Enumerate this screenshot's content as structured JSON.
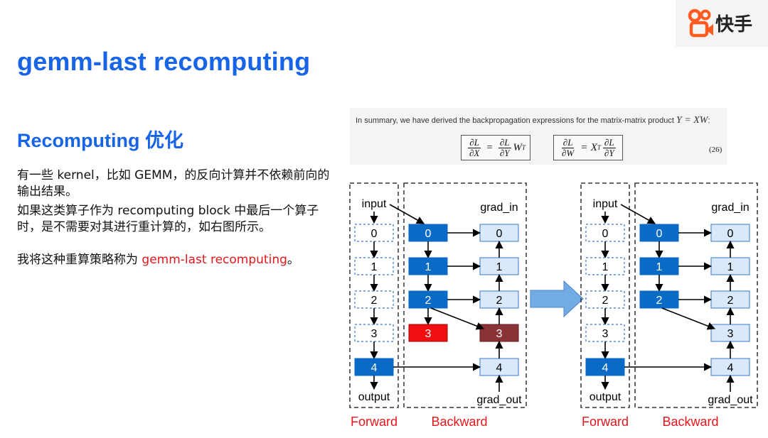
{
  "title": "gemm-last recomputing",
  "logo": {
    "text": "快手",
    "icon": "kuaishou-logo-icon",
    "colors": {
      "orange": "#ff5a1f"
    }
  },
  "section": {
    "heading": "Recomputing 优化",
    "paragraph1": "有一些 kernel，比如 GEMM，的反向计算并不依赖前向的输出结果。",
    "paragraph2": "如果这类算子作为 recomputing block 中最后一个算子时，是不需要对其进行重计算的，如右图所示。",
    "paragraph3_prefix": "我将这种重算策略称为 ",
    "paragraph3_highlight": "gemm-last recomputing",
    "paragraph3_suffix": "。"
  },
  "equation": {
    "summary_prefix": "In summary, we have derived the backpropagation expressions for the matrix-matrix product ",
    "summary_math": "Y = XW",
    "summary_suffix": ":",
    "number": "(26)",
    "f1": {
      "lhs_num": "∂L",
      "lhs_den": "∂X",
      "eq": "=",
      "rhs_num": "∂L",
      "rhs_den": "∂Y",
      "tail": "W",
      "sup": "T"
    },
    "f2": {
      "lhs_num": "∂L",
      "lhs_den": "∂W",
      "eq": "=",
      "pre": "X",
      "sup": "T",
      "rhs_num": "∂L",
      "rhs_den": "∂Y"
    }
  },
  "colors": {
    "title_blue": "#1764e6",
    "node_dark": "#0a6bc6",
    "node_light": "#dae8fb",
    "node_light_border": "#3a78c4",
    "node_red": "#f20f12",
    "node_maroon": "#8a3336",
    "label_red": "#e8161b",
    "arrow_fill": "#73abe4"
  },
  "diagram": {
    "left": {
      "input_label": "input",
      "output_label": "output",
      "grad_in_label": "grad_in",
      "grad_out_label": "grad_out",
      "forward_label": "Forward",
      "backward_label": "Backward",
      "forward_nodes": [
        {
          "label": "0",
          "style": "dashed"
        },
        {
          "label": "1",
          "style": "dashed"
        },
        {
          "label": "2",
          "style": "dashed"
        },
        {
          "label": "3",
          "style": "dashed"
        },
        {
          "label": "4",
          "style": "dark"
        }
      ],
      "recompute_nodes": [
        {
          "label": "0",
          "style": "dark"
        },
        {
          "label": "1",
          "style": "dark"
        },
        {
          "label": "2",
          "style": "dark"
        },
        {
          "label": "3",
          "style": "red"
        }
      ],
      "grad_nodes": [
        {
          "label": "0",
          "style": "light"
        },
        {
          "label": "1",
          "style": "light"
        },
        {
          "label": "2",
          "style": "light"
        },
        {
          "label": "3",
          "style": "maroon"
        },
        {
          "label": "4",
          "style": "light"
        }
      ]
    },
    "right": {
      "input_label": "input",
      "output_label": "output",
      "grad_in_label": "grad_in",
      "grad_out_label": "grad_out",
      "forward_label": "Forward",
      "backward_label": "Backward",
      "forward_nodes": [
        {
          "label": "0",
          "style": "dashed"
        },
        {
          "label": "1",
          "style": "dashed"
        },
        {
          "label": "2",
          "style": "dashed"
        },
        {
          "label": "3",
          "style": "dashed"
        },
        {
          "label": "4",
          "style": "dark"
        }
      ],
      "recompute_nodes": [
        {
          "label": "0",
          "style": "dark"
        },
        {
          "label": "1",
          "style": "dark"
        },
        {
          "label": "2",
          "style": "dark"
        }
      ],
      "grad_nodes": [
        {
          "label": "0",
          "style": "light"
        },
        {
          "label": "1",
          "style": "light"
        },
        {
          "label": "2",
          "style": "light"
        },
        {
          "label": "3",
          "style": "light"
        },
        {
          "label": "4",
          "style": "light"
        }
      ]
    }
  }
}
